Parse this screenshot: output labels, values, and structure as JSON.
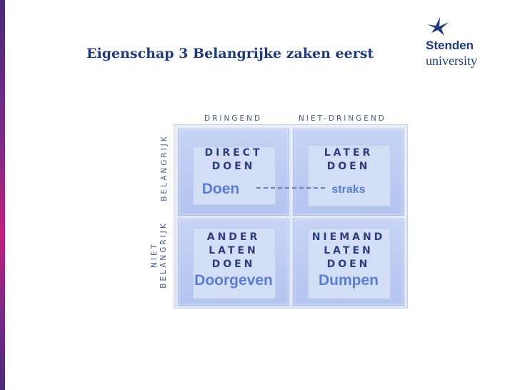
{
  "slide": {
    "title": "Eigenschap 3 Belangrijke zaken eerst"
  },
  "logo": {
    "name": "Stenden",
    "sub": "university",
    "icon": "swallow-bird-icon",
    "color": "#1f3b7a"
  },
  "matrix": {
    "columns": [
      "DRINGEND",
      "NIET-DRINGEND"
    ],
    "rows": [
      {
        "lines": [
          "BELANGRIJK"
        ]
      },
      {
        "lines": [
          "NIET",
          "BELANGRIJK"
        ]
      }
    ],
    "cells": {
      "q1": {
        "action": [
          "DIRECT",
          "DOEN"
        ],
        "keyword": "Doen"
      },
      "q2": {
        "action": [
          "LATER",
          "DOEN"
        ],
        "keyword": "straks"
      },
      "q3": {
        "action": [
          "ANDER",
          "LATEN",
          "DOEN"
        ],
        "keyword": "Doorgeven"
      },
      "q4": {
        "action": [
          "NIEMAND",
          "LATEN",
          "DOEN"
        ],
        "keyword": "Dumpen"
      }
    },
    "accent_color": "#5b7fd0"
  }
}
